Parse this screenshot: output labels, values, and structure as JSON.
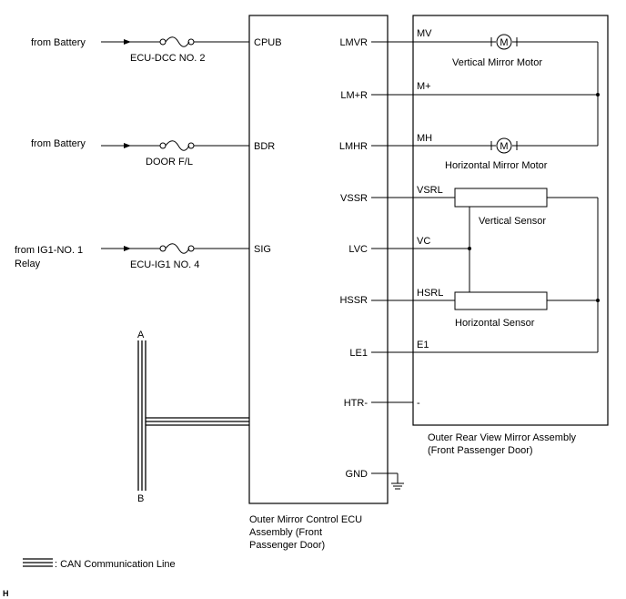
{
  "sources": {
    "battery_1": "from Battery",
    "battery_2": "from Battery",
    "ig1_line1": "from IG1-NO. 1",
    "ig1_line2": "Relay"
  },
  "fuses": {
    "f1": "ECU-DCC NO. 2",
    "f2": "DOOR F/L",
    "f3": "ECU-IG1 NO. 4"
  },
  "ecu": {
    "left_pins": {
      "cpub": "CPUB",
      "bdr": "BDR",
      "sig": "SIG"
    },
    "right_pins": {
      "lmvr": "LMVR",
      "lmr": "LM+R",
      "lmhr": "LMHR",
      "vssr": "VSSR",
      "lvc": "LVC",
      "hssr": "HSSR",
      "le1": "LE1",
      "htr": "HTR-",
      "gnd": "GND"
    },
    "label_lines": [
      "Outer Mirror Control ECU",
      "Assembly (Front",
      "Passenger Door)"
    ]
  },
  "mirror": {
    "wire_labels": {
      "mv": "MV",
      "mp": "M+",
      "mh": "MH",
      "vsrl": "VSRL",
      "vc": "VC",
      "hsrl": "HSRL",
      "e1": "E1",
      "dash": "-"
    },
    "components": {
      "motor_symbol": "M",
      "vmotor": "Vertical Mirror Motor",
      "hmotor": "Horizontal Mirror Motor",
      "vsensor": "Vertical Sensor",
      "hsensor": "Horizontal Sensor"
    },
    "label_lines": [
      "Outer Rear View Mirror Assembly",
      "(Front Passenger Door)"
    ]
  },
  "can": {
    "a": "A",
    "b": "B",
    "legend": ": CAN Communication Line"
  },
  "corner_mark": "H"
}
